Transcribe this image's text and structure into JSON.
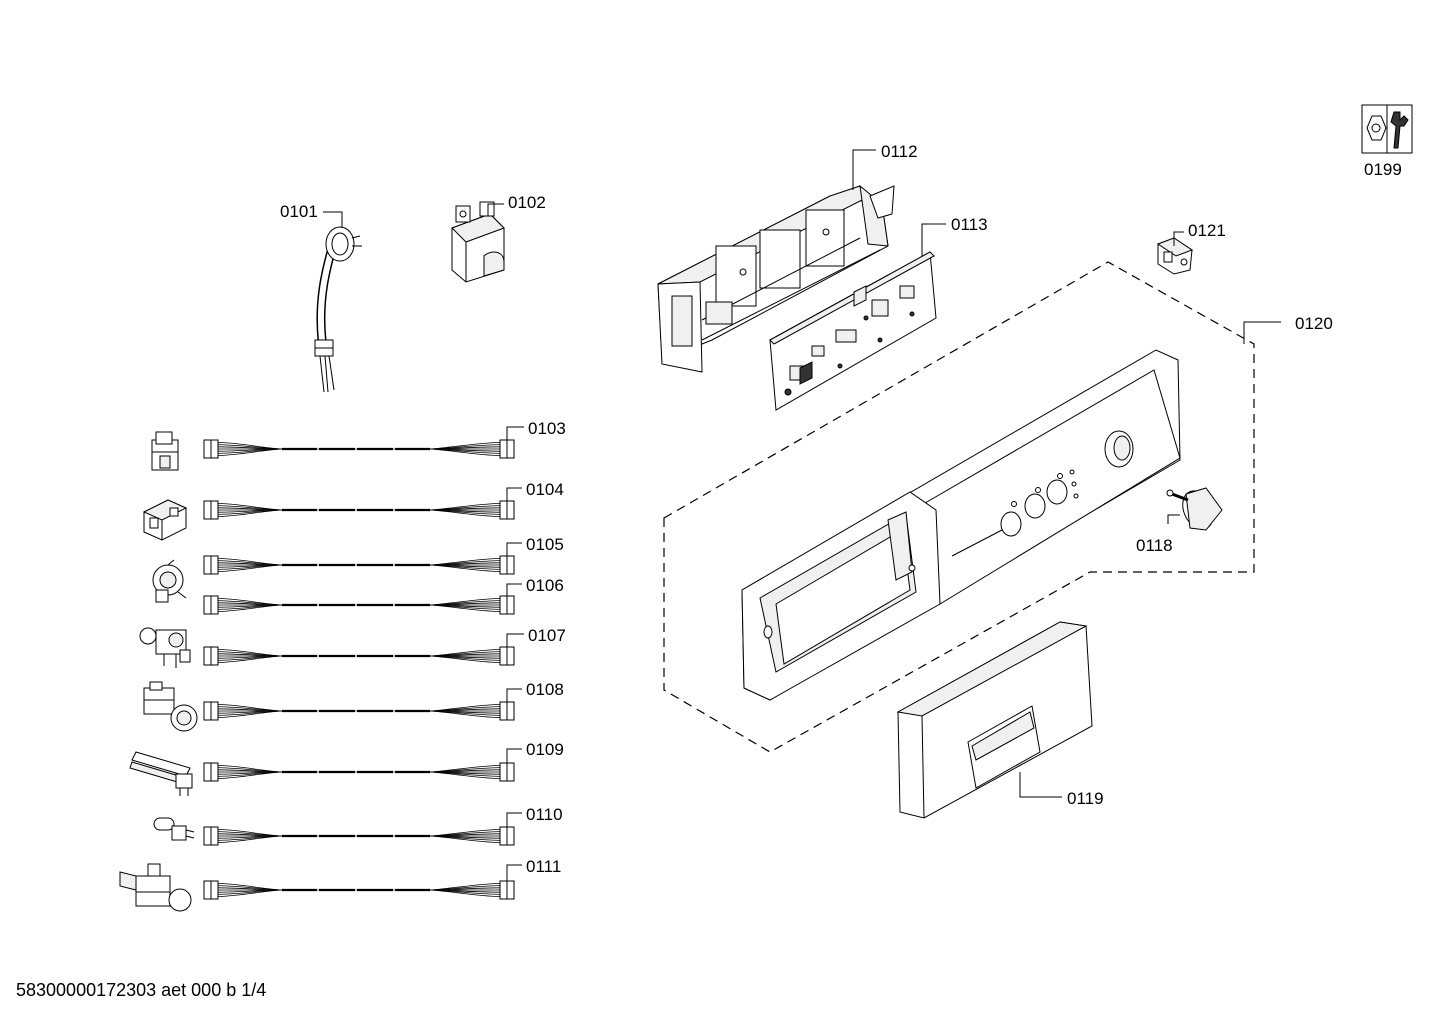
{
  "labels": {
    "p0101": "0101",
    "p0102": "0102",
    "p0103": "0103",
    "p0104": "0104",
    "p0105": "0105",
    "p0106": "0106",
    "p0107": "0107",
    "p0108": "0108",
    "p0109": "0109",
    "p0110": "0110",
    "p0111": "0111",
    "p0112": "0112",
    "p0113": "0113",
    "p0118": "0118",
    "p0119": "0119",
    "p0120": "0120",
    "p0121": "0121",
    "p0199": "0199"
  },
  "footer": "58300000172303 aet 000 b 1/4",
  "icons": {
    "tool_kit": "wrench-nut-icon"
  }
}
